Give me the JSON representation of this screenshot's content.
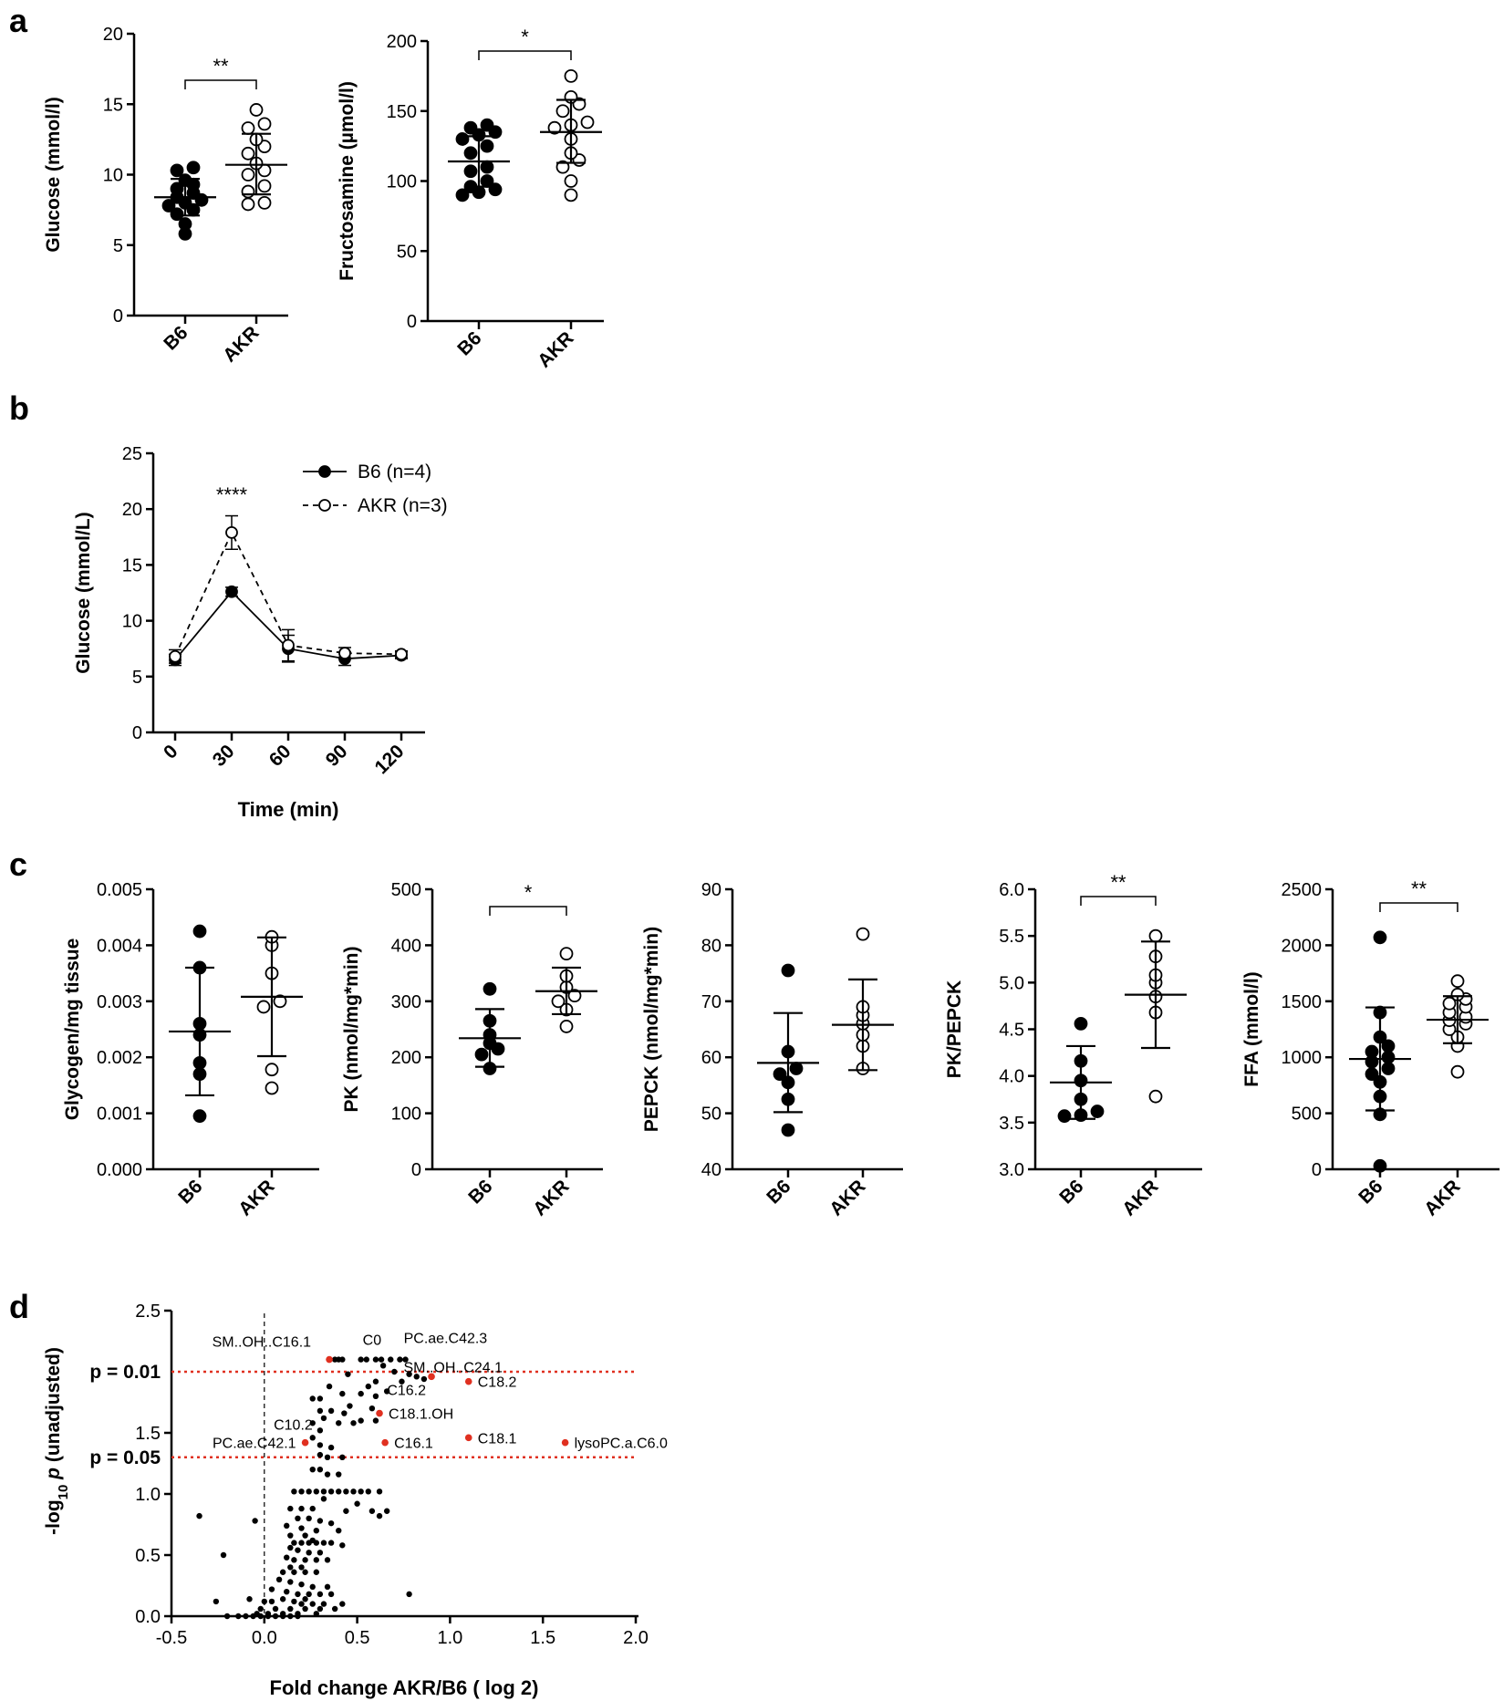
{
  "panels": {
    "a": "a",
    "b": "b",
    "c": "c",
    "d": "d"
  },
  "chart_data": [
    {
      "id": "a1",
      "type": "scatter",
      "panel": "a",
      "ylabel": "Glucose (mmol/l)",
      "ylim": [
        0,
        20
      ],
      "yticks": [
        0,
        5,
        10,
        15,
        20
      ],
      "categories": [
        "B6",
        "AKR"
      ],
      "groups": [
        {
          "name": "B6",
          "filled": true,
          "mean": 8.4,
          "sd_low": 7.1,
          "sd_high": 9.7,
          "values": [
            5.8,
            6.5,
            7.2,
            7.5,
            7.8,
            8.0,
            8.2,
            8.4,
            8.7,
            9.0,
            9.3,
            9.6,
            10.3,
            10.5
          ]
        },
        {
          "name": "AKR",
          "filled": false,
          "mean": 10.7,
          "sd_low": 8.6,
          "sd_high": 12.9,
          "values": [
            7.9,
            8.0,
            8.8,
            9.2,
            10.0,
            10.3,
            10.8,
            11.5,
            12.0,
            12.5,
            13.3,
            13.6,
            14.6
          ]
        }
      ],
      "significance": "**"
    },
    {
      "id": "a2",
      "type": "scatter",
      "panel": "a",
      "ylabel": "Fructosamine (µmol/l)",
      "ylim": [
        0,
        200
      ],
      "yticks": [
        0,
        50,
        100,
        150,
        200
      ],
      "categories": [
        "B6",
        "AKR"
      ],
      "groups": [
        {
          "name": "B6",
          "filled": true,
          "mean": 114,
          "sd_low": 96,
          "sd_high": 132,
          "values": [
            90,
            92,
            94,
            96,
            100,
            107,
            110,
            120,
            125,
            130,
            133,
            135,
            138,
            140
          ]
        },
        {
          "name": "AKR",
          "filled": false,
          "mean": 135,
          "sd_low": 113,
          "sd_high": 158,
          "values": [
            90,
            100,
            110,
            115,
            120,
            130,
            138,
            140,
            142,
            150,
            155,
            160,
            175
          ]
        }
      ],
      "significance": "*"
    },
    {
      "id": "b",
      "type": "line",
      "panel": "b",
      "xlabel": "Time (min)",
      "ylabel": "Glucose (mmol/L)",
      "x": [
        0,
        30,
        60,
        90,
        120
      ],
      "ylim": [
        0,
        25
      ],
      "yticks": [
        0,
        5,
        10,
        15,
        20,
        25
      ],
      "series": [
        {
          "name": "B6 (n=4)",
          "style": "solid",
          "filled": true,
          "values": [
            6.5,
            12.6,
            7.5,
            6.6,
            6.9
          ],
          "err": [
            0.5,
            0.4,
            1.2,
            0.6,
            0.3
          ]
        },
        {
          "name": "AKR (n=3)",
          "style": "dashed",
          "filled": false,
          "values": [
            6.8,
            17.9,
            7.8,
            7.1,
            7.0
          ],
          "err": [
            0.6,
            1.5,
            1.4,
            0.5,
            0.3
          ]
        }
      ],
      "annotation": {
        "x": 30,
        "text": "****"
      }
    },
    {
      "id": "c1",
      "type": "scatter",
      "panel": "c",
      "ylabel": "Glycogen/mg tissue",
      "ylim": [
        0,
        0.005
      ],
      "yticks": [
        0,
        0.001,
        0.002,
        0.003,
        0.004,
        0.005
      ],
      "yticklabels": [
        "0.000",
        "0.001",
        "0.002",
        "0.003",
        "0.004",
        "0.005"
      ],
      "categories": [
        "B6",
        "AKR"
      ],
      "groups": [
        {
          "name": "B6",
          "filled": true,
          "mean": 0.00246,
          "sd_low": 0.00132,
          "sd_high": 0.0036,
          "values": [
            0.00095,
            0.0017,
            0.0019,
            0.0024,
            0.0026,
            0.0036,
            0.00425
          ]
        },
        {
          "name": "AKR",
          "filled": false,
          "mean": 0.00308,
          "sd_low": 0.00202,
          "sd_high": 0.00414,
          "values": [
            0.00145,
            0.00178,
            0.0029,
            0.003,
            0.0035,
            0.004,
            0.00415
          ]
        }
      ],
      "significance": ""
    },
    {
      "id": "c2",
      "type": "scatter",
      "panel": "c",
      "ylabel": "PK (nmol/mg*min)",
      "ylim": [
        0,
        500
      ],
      "yticks": [
        0,
        100,
        200,
        300,
        400,
        500
      ],
      "categories": [
        "B6",
        "AKR"
      ],
      "groups": [
        {
          "name": "B6",
          "filled": true,
          "mean": 234,
          "sd_low": 183,
          "sd_high": 286,
          "values": [
            180,
            205,
            215,
            225,
            240,
            265,
            322
          ]
        },
        {
          "name": "AKR",
          "filled": false,
          "mean": 318,
          "sd_low": 277,
          "sd_high": 360,
          "values": [
            255,
            285,
            300,
            310,
            325,
            345,
            385
          ]
        }
      ],
      "significance": "*"
    },
    {
      "id": "c3",
      "type": "scatter",
      "panel": "c",
      "ylabel": "PEPCK (nmol/mg*min)",
      "ylim": [
        40,
        90
      ],
      "yticks": [
        40,
        50,
        60,
        70,
        80,
        90
      ],
      "categories": [
        "B6",
        "AKR"
      ],
      "groups": [
        {
          "name": "B6",
          "filled": true,
          "mean": 59,
          "sd_low": 50.2,
          "sd_high": 67.9,
          "values": [
            47,
            52.5,
            55.5,
            57,
            58,
            61,
            75.5
          ]
        },
        {
          "name": "AKR",
          "filled": false,
          "mean": 65.8,
          "sd_low": 57.7,
          "sd_high": 73.9,
          "values": [
            58,
            62,
            64,
            66,
            67.5,
            69,
            82
          ]
        }
      ],
      "significance": ""
    },
    {
      "id": "c4",
      "type": "scatter",
      "panel": "c",
      "ylabel": "PK/PEPCK",
      "ylim": [
        3.0,
        6.0
      ],
      "yticks": [
        3.0,
        3.5,
        4.0,
        4.5,
        5.0,
        5.5,
        6.0
      ],
      "yticklabels": [
        "3.0",
        "3.5",
        "4.0",
        "4.5",
        "5.0",
        "5.5",
        "6.0"
      ],
      "categories": [
        "B6",
        "AKR"
      ],
      "groups": [
        {
          "name": "B6",
          "filled": true,
          "mean": 3.93,
          "sd_low": 3.54,
          "sd_high": 4.32,
          "values": [
            3.57,
            3.58,
            3.62,
            3.75,
            3.95,
            4.16,
            4.56
          ]
        },
        {
          "name": "AKR",
          "filled": false,
          "mean": 4.87,
          "sd_low": 4.3,
          "sd_high": 5.44,
          "values": [
            3.78,
            4.68,
            4.85,
            5.0,
            5.08,
            5.28,
            5.5
          ]
        }
      ],
      "significance": "**"
    },
    {
      "id": "c5",
      "type": "scatter",
      "panel": "c",
      "ylabel": "FFA (mmol/l)",
      "ylim": [
        0,
        2500
      ],
      "yticks": [
        0,
        500,
        1000,
        1500,
        2000,
        2500
      ],
      "categories": [
        "B6",
        "AKR"
      ],
      "groups": [
        {
          "name": "B6",
          "filled": true,
          "mean": 985,
          "sd_low": 525,
          "sd_high": 1445,
          "values": [
            30,
            490,
            650,
            780,
            850,
            900,
            960,
            1000,
            1050,
            1100,
            1180,
            1400,
            2070
          ]
        },
        {
          "name": "AKR",
          "filled": false,
          "mean": 1335,
          "sd_low": 1125,
          "sd_high": 1545,
          "values": [
            870,
            1100,
            1180,
            1250,
            1300,
            1330,
            1360,
            1400,
            1450,
            1480,
            1520,
            1560,
            1680
          ]
        }
      ],
      "significance": "**"
    },
    {
      "id": "d",
      "type": "scatter",
      "panel": "d",
      "xlabel": "Fold change AKR/B6 ( log 2)",
      "ylabel": "-log10 p (unadjusted)",
      "ylabel_parts": {
        "pre": "-log",
        "sub": "10",
        "mid": " ",
        "it": "p",
        "post": " (unadjusted)"
      },
      "xlim": [
        -0.5,
        2.0
      ],
      "ylim": [
        0,
        2.5
      ],
      "xticks": [
        -0.5,
        0.0,
        0.5,
        1.0,
        1.5,
        2.0
      ],
      "xticklabels": [
        "-0.5",
        "0.0",
        "0.5",
        "1.0",
        "1.5",
        "2.0"
      ],
      "yticks": [
        0,
        0.5,
        1.0,
        1.5,
        2.5
      ],
      "yticklabels": [
        "0.0",
        "0.5",
        "1.0",
        "1.5",
        "2.5"
      ],
      "thresholds": [
        {
          "label": "p = 0.01",
          "y": 2.0
        },
        {
          "label": "p = 0.05",
          "y": 1.3
        }
      ],
      "zero_line": 0.0,
      "highlighted": [
        {
          "label": "SM..OH..C16.1",
          "x": 0.35,
          "y": 2.1
        },
        {
          "label": "C16.2",
          "x": 0.9,
          "y": 1.96
        },
        {
          "label": "C18.2",
          "x": 1.1,
          "y": 1.92
        },
        {
          "label": "C18.1.OH",
          "x": 0.62,
          "y": 1.66
        },
        {
          "label": "PC.ae.C42.1",
          "x": 0.22,
          "y": 1.42
        },
        {
          "label": "C16.1",
          "x": 0.65,
          "y": 1.42
        },
        {
          "label": "C18.1",
          "x": 1.1,
          "y": 1.46
        },
        {
          "label": "lysoPC.a.C6.0",
          "x": 1.62,
          "y": 1.42
        }
      ],
      "labels_only": [
        {
          "label": "C0",
          "x": 0.58,
          "y": 2.1
        },
        {
          "label": "PC.ae.C42.3",
          "x": 0.78,
          "y": 2.1
        },
        {
          "label": "SM..OH..C24.1",
          "x": 0.75,
          "y": 2.04
        },
        {
          "label": "C10.2",
          "x": 0.28,
          "y": 1.78
        }
      ],
      "points": [
        [
          0.38,
          2.1
        ],
        [
          0.4,
          2.1
        ],
        [
          0.42,
          2.1
        ],
        [
          0.52,
          2.1
        ],
        [
          0.55,
          2.1
        ],
        [
          0.6,
          2.1
        ],
        [
          0.63,
          2.1
        ],
        [
          0.68,
          2.1
        ],
        [
          0.73,
          2.1
        ],
        [
          0.76,
          2.1
        ],
        [
          0.64,
          2.05
        ],
        [
          0.7,
          2.0
        ],
        [
          0.45,
          1.98
        ],
        [
          0.78,
          1.98
        ],
        [
          0.82,
          1.96
        ],
        [
          0.86,
          1.94
        ],
        [
          0.6,
          1.92
        ],
        [
          0.74,
          1.92
        ],
        [
          0.35,
          1.88
        ],
        [
          0.56,
          1.88
        ],
        [
          0.66,
          1.84
        ],
        [
          0.42,
          1.82
        ],
        [
          0.52,
          1.82
        ],
        [
          0.6,
          1.8
        ],
        [
          0.26,
          1.78
        ],
        [
          0.3,
          1.78
        ],
        [
          0.46,
          1.72
        ],
        [
          0.58,
          1.7
        ],
        [
          0.3,
          1.68
        ],
        [
          0.36,
          1.68
        ],
        [
          0.43,
          1.66
        ],
        [
          0.32,
          1.62
        ],
        [
          0.52,
          1.6
        ],
        [
          0.6,
          1.6
        ],
        [
          0.26,
          1.58
        ],
        [
          0.4,
          1.58
        ],
        [
          0.48,
          1.58
        ],
        [
          0.3,
          1.52
        ],
        [
          0.26,
          1.46
        ],
        [
          0.3,
          1.4
        ],
        [
          0.36,
          1.38
        ],
        [
          0.3,
          1.32
        ],
        [
          0.34,
          1.3
        ],
        [
          0.42,
          1.3
        ],
        [
          0.26,
          1.2
        ],
        [
          0.3,
          1.2
        ],
        [
          0.34,
          1.16
        ],
        [
          0.4,
          1.16
        ],
        [
          0.16,
          1.02
        ],
        [
          0.2,
          1.02
        ],
        [
          0.24,
          1.02
        ],
        [
          0.28,
          1.02
        ],
        [
          0.32,
          1.02
        ],
        [
          0.36,
          1.02
        ],
        [
          0.4,
          1.02
        ],
        [
          0.44,
          1.02
        ],
        [
          0.48,
          1.02
        ],
        [
          0.52,
          1.02
        ],
        [
          0.56,
          1.02
        ],
        [
          0.62,
          1.02
        ],
        [
          0.32,
          0.96
        ],
        [
          0.5,
          0.92
        ],
        [
          0.14,
          0.88
        ],
        [
          0.2,
          0.88
        ],
        [
          0.26,
          0.88
        ],
        [
          0.44,
          0.86
        ],
        [
          0.58,
          0.86
        ],
        [
          0.66,
          0.86
        ],
        [
          0.62,
          0.82
        ],
        [
          -0.35,
          0.82
        ],
        [
          -0.05,
          0.78
        ],
        [
          0.18,
          0.8
        ],
        [
          0.24,
          0.8
        ],
        [
          0.3,
          0.78
        ],
        [
          0.36,
          0.76
        ],
        [
          0.12,
          0.74
        ],
        [
          0.2,
          0.72
        ],
        [
          0.28,
          0.7
        ],
        [
          0.4,
          0.7
        ],
        [
          0.14,
          0.66
        ],
        [
          0.22,
          0.66
        ],
        [
          0.26,
          0.62
        ],
        [
          0.16,
          0.6
        ],
        [
          0.2,
          0.6
        ],
        [
          0.24,
          0.6
        ],
        [
          0.28,
          0.6
        ],
        [
          0.32,
          0.6
        ],
        [
          0.36,
          0.6
        ],
        [
          0.42,
          0.58
        ],
        [
          0.14,
          0.56
        ],
        [
          0.18,
          0.54
        ],
        [
          0.24,
          0.52
        ],
        [
          0.3,
          0.52
        ],
        [
          -0.22,
          0.5
        ],
        [
          0.12,
          0.48
        ],
        [
          0.16,
          0.46
        ],
        [
          0.22,
          0.46
        ],
        [
          0.28,
          0.46
        ],
        [
          0.34,
          0.46
        ],
        [
          0.14,
          0.4
        ],
        [
          0.2,
          0.4
        ],
        [
          0.1,
          0.36
        ],
        [
          0.16,
          0.36
        ],
        [
          0.22,
          0.36
        ],
        [
          0.28,
          0.36
        ],
        [
          0.08,
          0.3
        ],
        [
          0.14,
          0.28
        ],
        [
          0.2,
          0.26
        ],
        [
          0.26,
          0.24
        ],
        [
          0.34,
          0.24
        ],
        [
          0.04,
          0.22
        ],
        [
          0.12,
          0.2
        ],
        [
          0.18,
          0.18
        ],
        [
          0.24,
          0.18
        ],
        [
          0.3,
          0.18
        ],
        [
          0.36,
          0.18
        ],
        [
          0.1,
          0.14
        ],
        [
          0.16,
          0.12
        ],
        [
          0.22,
          0.14
        ],
        [
          -0.26,
          0.12
        ],
        [
          -0.08,
          0.14
        ],
        [
          0.0,
          0.12
        ],
        [
          0.04,
          0.12
        ],
        [
          0.2,
          0.1
        ],
        [
          0.26,
          0.1
        ],
        [
          0.32,
          0.1
        ],
        [
          0.42,
          0.1
        ],
        [
          0.78,
          0.18
        ],
        [
          -0.02,
          0.06
        ],
        [
          0.06,
          0.06
        ],
        [
          0.14,
          0.06
        ],
        [
          0.22,
          0.06
        ],
        [
          0.3,
          0.06
        ],
        [
          0.38,
          0.06
        ],
        [
          -0.04,
          0.02
        ],
        [
          0.02,
          0.02
        ],
        [
          0.1,
          0.02
        ],
        [
          0.18,
          0.02
        ],
        [
          0.28,
          0.02
        ],
        [
          -0.2,
          0.0
        ],
        [
          -0.14,
          0.0
        ],
        [
          -0.1,
          0.0
        ],
        [
          -0.06,
          0.0
        ],
        [
          -0.02,
          0.0
        ],
        [
          0.02,
          0.0
        ],
        [
          0.06,
          0.0
        ],
        [
          0.1,
          0.0
        ],
        [
          0.14,
          0.0
        ],
        [
          0.18,
          0.0
        ]
      ]
    }
  ]
}
